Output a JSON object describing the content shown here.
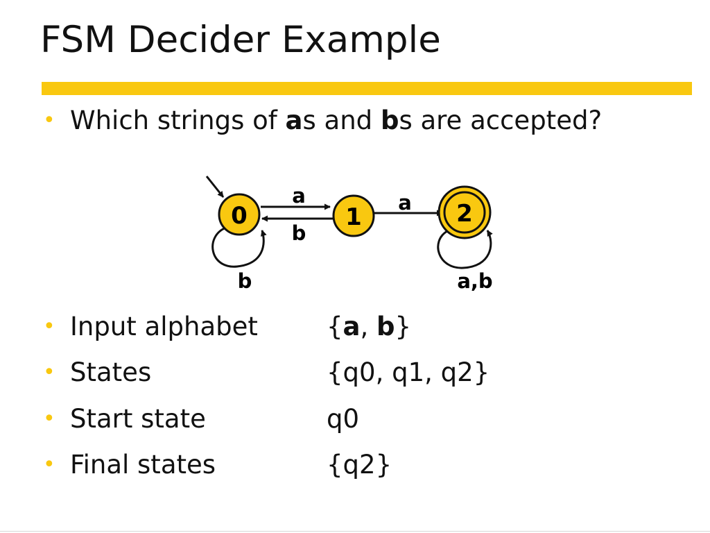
{
  "title": "FSM Decider Example",
  "colors": {
    "accent": "#f9c810",
    "state_fill": "#f9c810",
    "stroke": "#111111"
  },
  "question": {
    "prefix": "Which strings of ",
    "sym_a": "a",
    "middle": "s and ",
    "sym_b": "b",
    "suffix": "s are accepted?"
  },
  "diagram": {
    "states": [
      {
        "label": "0",
        "start": true,
        "final": false
      },
      {
        "label": "1",
        "start": false,
        "final": false
      },
      {
        "label": "2",
        "start": false,
        "final": true
      }
    ],
    "transitions": [
      {
        "from": "0",
        "to": "1",
        "label": "a"
      },
      {
        "from": "1",
        "to": "0",
        "label": "b"
      },
      {
        "from": "0",
        "to": "0",
        "label": "b"
      },
      {
        "from": "1",
        "to": "2",
        "label": "a"
      },
      {
        "from": "2",
        "to": "2",
        "label": "a,b"
      }
    ]
  },
  "definition": {
    "alphabet": {
      "label": "Input alphabet",
      "open": "{",
      "sym_a": "a",
      "sep": ", ",
      "sym_b": "b",
      "close": "}"
    },
    "states": {
      "label": "States",
      "value": "{q0, q1, q2}"
    },
    "start": {
      "label": "Start state",
      "value": "q0"
    },
    "final": {
      "label": "Final states",
      "value": "{q2}"
    }
  }
}
